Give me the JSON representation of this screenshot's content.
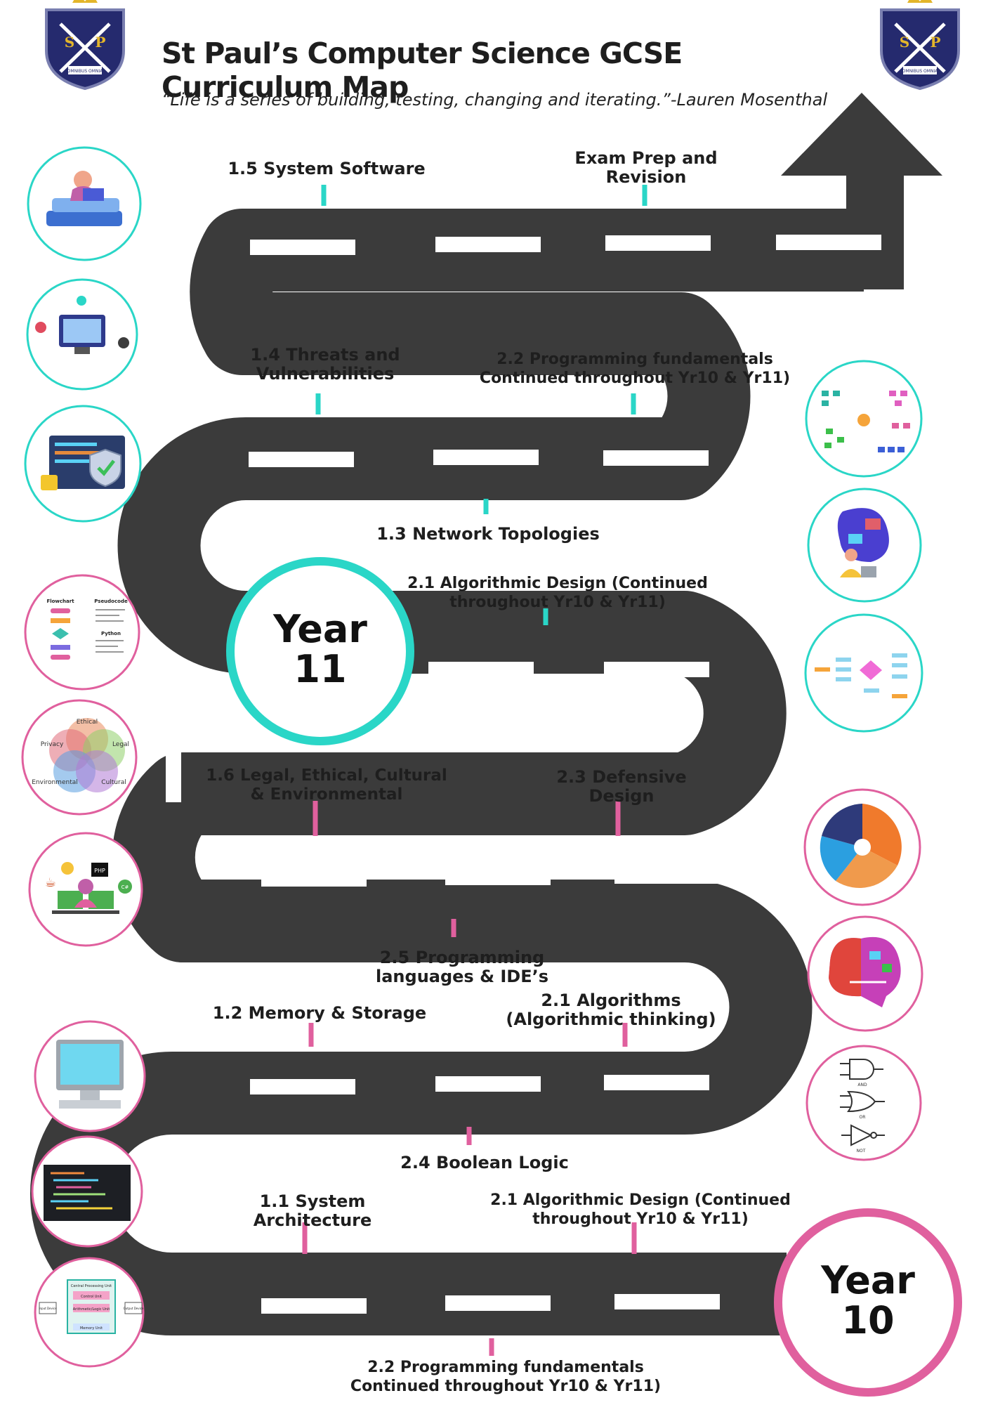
{
  "header": {
    "title": "St Paul’s Computer Science GCSE Curriculum Map",
    "quote": "“Life is a series of building, testing, changing and iterating.”-Lauren Mosenthal",
    "crest_letters": [
      "S",
      "P"
    ],
    "crest_motto": "OMNIBUS OMNIA"
  },
  "years": [
    {
      "line1": "Year",
      "line2": "11",
      "color": "#2ad6c7"
    },
    {
      "line1": "Year",
      "line2": "10",
      "color": "#e0609e"
    }
  ],
  "topics": {
    "t15": {
      "line1": "1.5 System Software"
    },
    "exam": {
      "line1": "Exam Prep and",
      "line2": "Revision"
    },
    "t14": {
      "line1": "1.4 Threats and",
      "line2": "Vulnerabilities"
    },
    "t22a": {
      "line1": "2.2 Programming fundamentals",
      "line2": "Continued throughout Yr10 & Yr11)"
    },
    "t13": {
      "line1": "1.3 Network Topologies"
    },
    "t21a": {
      "line1": "2.1 Algorithmic Design (Continued",
      "line2": "throughout Yr10 & Yr11)"
    },
    "t16": {
      "line1": "1.6 Legal, Ethical, Cultural",
      "line2": "& Environmental"
    },
    "t23": {
      "line1": "2.3 Defensive",
      "line2": "Design"
    },
    "t25": {
      "line1": "2.5 Programming",
      "line2": "languages & IDE’s"
    },
    "t12": {
      "line1": "1.2 Memory & Storage"
    },
    "t21b": {
      "line1": "2.1 Algorithms",
      "line2": "(Algorithmic thinking)"
    },
    "t24": {
      "line1": "2.4 Boolean Logic"
    },
    "t11": {
      "line1": "1.1 System",
      "line2": "Architecture"
    },
    "t21c": {
      "line1": "2.1 Algorithmic Design (Continued",
      "line2": "throughout Yr10 & Yr11)"
    },
    "t22b": {
      "line1": "2.2 Programming fundamentals",
      "line2": "Continued throughout Yr10 & Yr11)"
    }
  },
  "icon_text": {
    "venn": {
      "top": "Ethical",
      "left": "Privacy",
      "right": "Legal",
      "bl": "Environmental",
      "br": "Cultural"
    },
    "php": "PHP",
    "cs": "C#",
    "flow": {
      "flowchart": "Flowchart",
      "pseudocode": "Pseudocode",
      "python": "Python"
    },
    "cpu": {
      "title": "Central Processing Unit",
      "cu": "Control Unit",
      "alu": "Arithmetic/Logic Unit",
      "mem": "Memory Unit",
      "input": "Input Device",
      "output": "Output Device"
    },
    "gates": [
      "AND",
      "OR",
      "NOT"
    ]
  },
  "colors": {
    "road": "#3b3b3b",
    "teal": "#2ad6c7",
    "pink": "#e0609e",
    "navy": "#252a6e",
    "gold": "#e3b52a"
  },
  "icons": [
    {
      "name": "laptop-study-icon",
      "ring": "teal"
    },
    {
      "name": "web-developer-icon",
      "ring": "teal"
    },
    {
      "name": "cyber-security-icon",
      "ring": "teal"
    },
    {
      "name": "flowchart-pseudocode-icon",
      "ring": "pink"
    },
    {
      "name": "venn-ethics-icon",
      "ring": "pink"
    },
    {
      "name": "programming-languages-icon",
      "ring": "pink"
    },
    {
      "name": "desktop-computer-icon",
      "ring": "pink"
    },
    {
      "name": "source-code-icon",
      "ring": "pink"
    },
    {
      "name": "cpu-architecture-icon",
      "ring": "pink"
    },
    {
      "name": "network-topology-icon",
      "ring": "teal"
    },
    {
      "name": "developer-woman-icon",
      "ring": "teal"
    },
    {
      "name": "flow-diagram-icon",
      "ring": "teal"
    },
    {
      "name": "defensive-wheel-icon",
      "ring": "pink"
    },
    {
      "name": "brain-algorithm-icon",
      "ring": "pink"
    },
    {
      "name": "logic-gates-icon",
      "ring": "pink"
    }
  ]
}
